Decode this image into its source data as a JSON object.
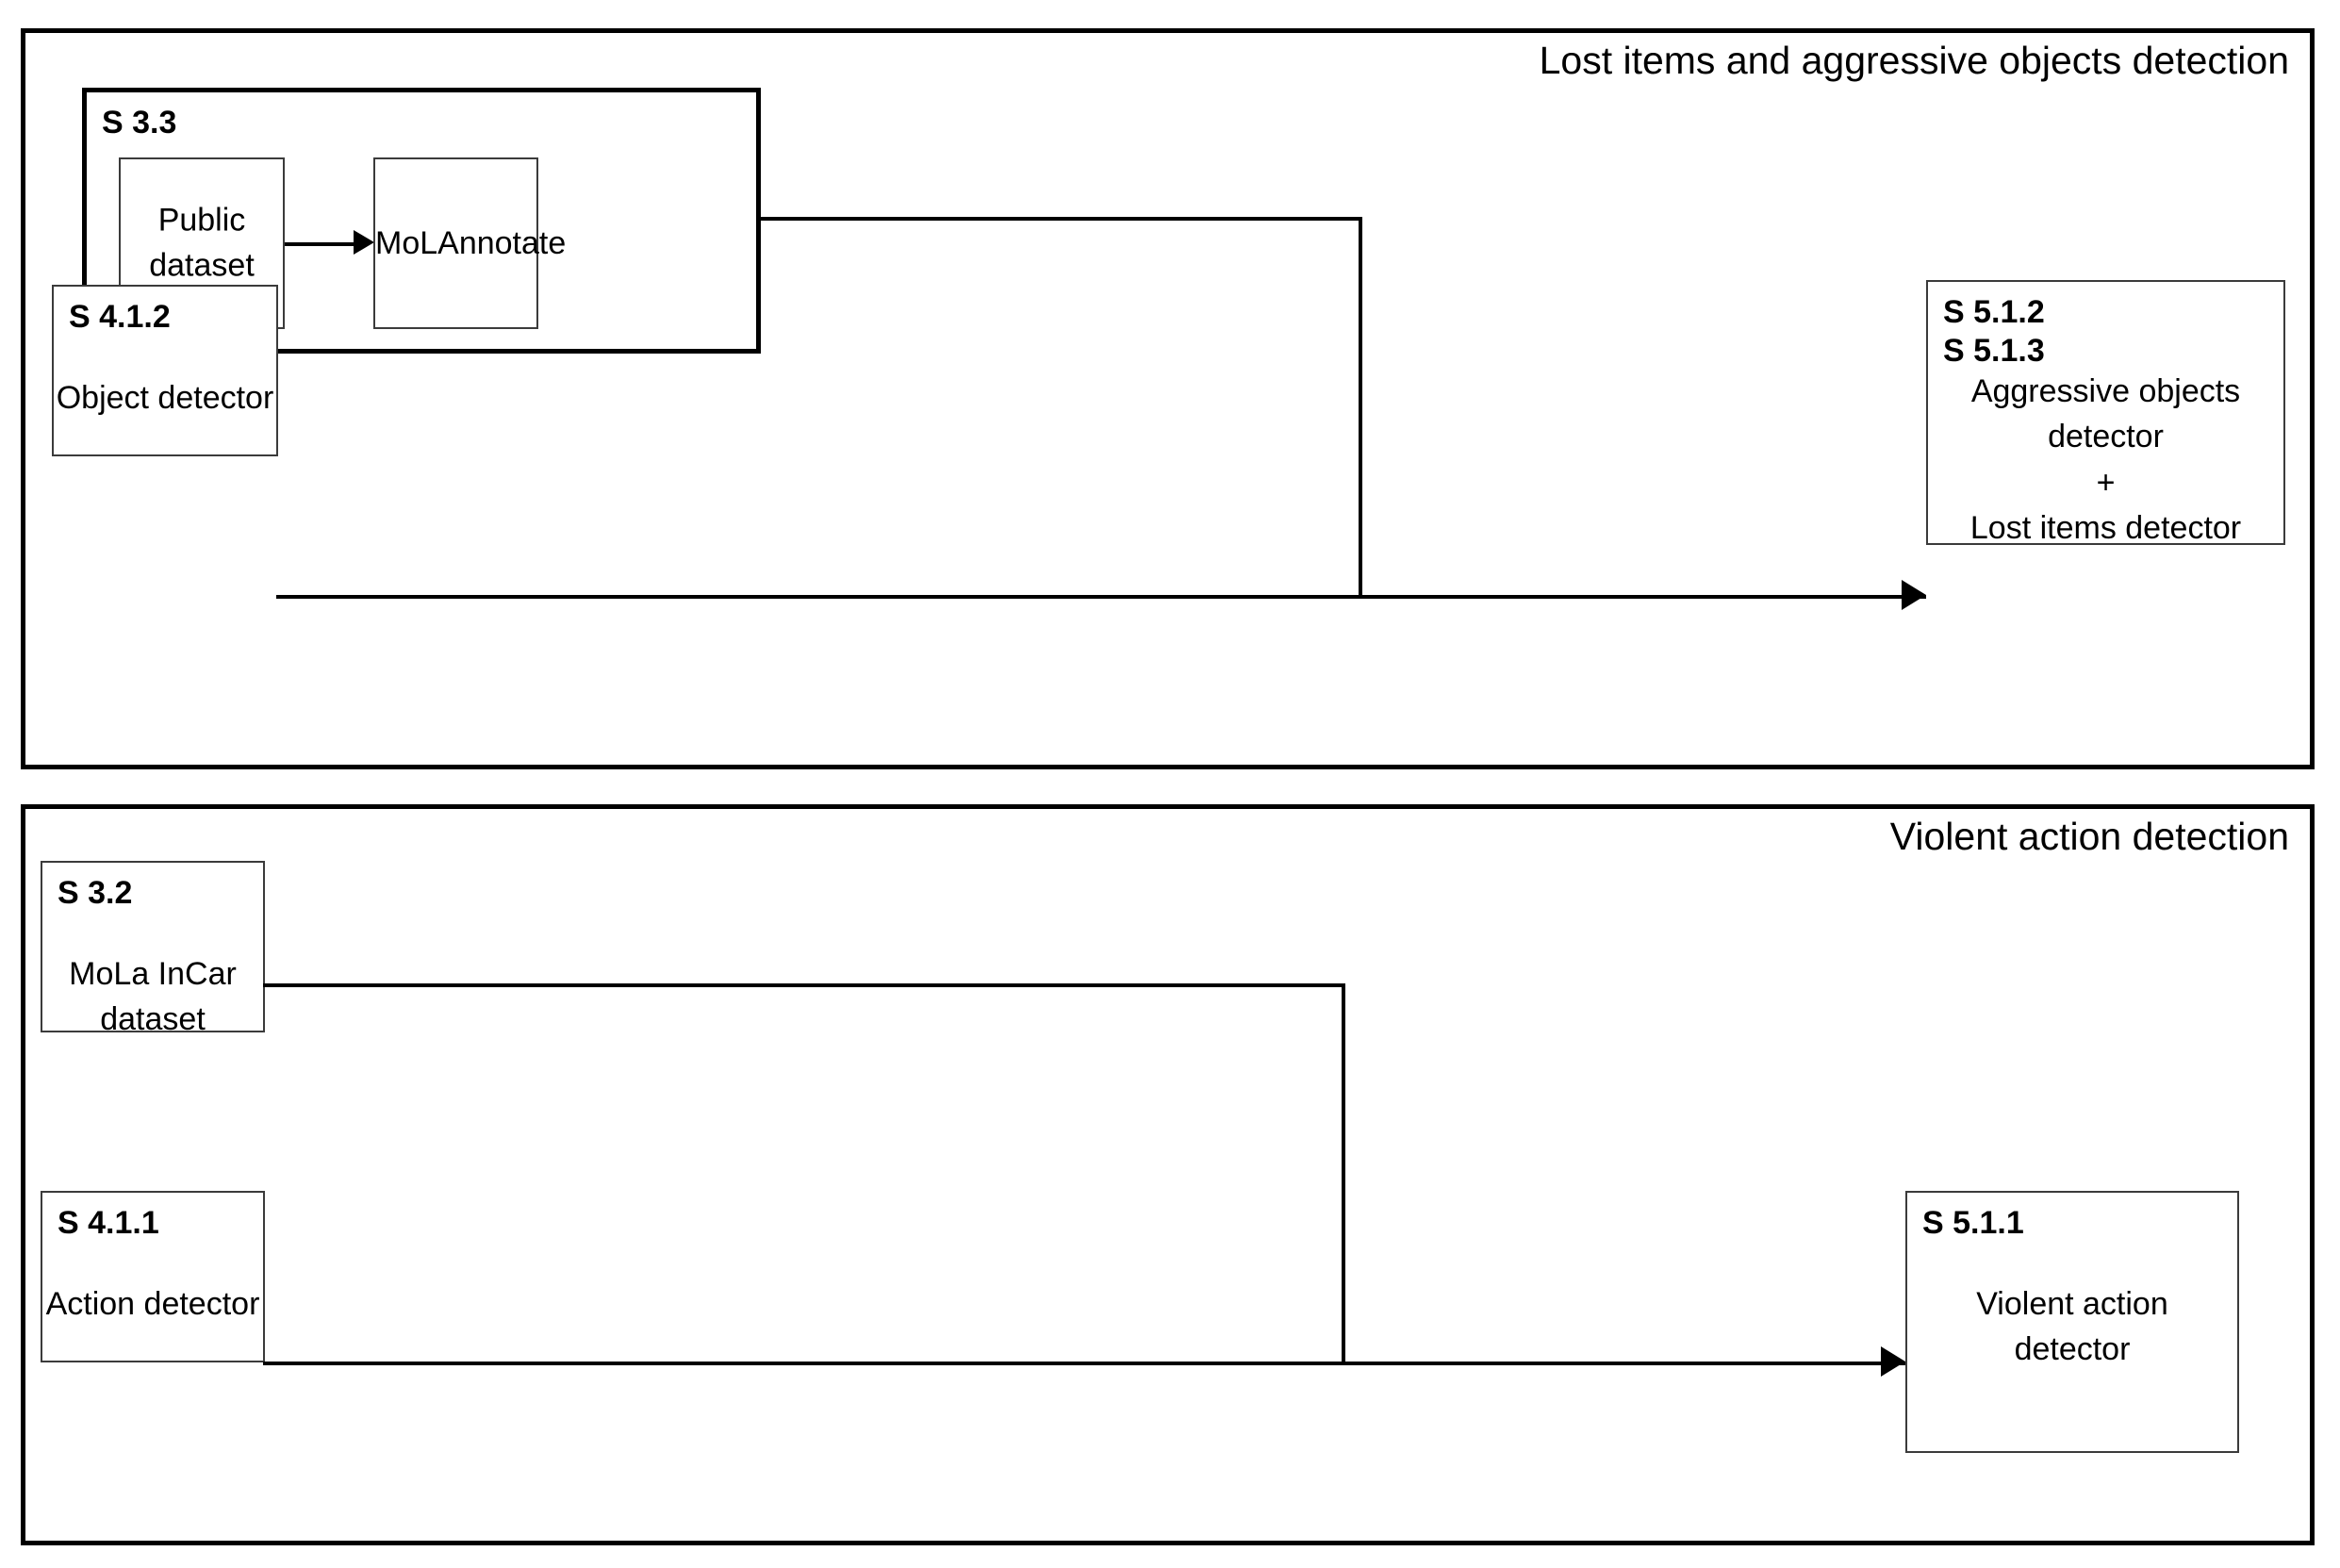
{
  "panels": [
    {
      "id": "lost-items",
      "title": "Lost items and aggressive objects detection",
      "group": {
        "tag": "S 3.3",
        "boxes": [
          {
            "label_line1": "Public",
            "label_line2": "dataset"
          },
          {
            "label_line1": "MoLAnnotate",
            "label_line2": ""
          }
        ],
        "arrow": "public-dataset-to-molannotate"
      },
      "boxes": [
        {
          "tag": "S 4.1.2",
          "tag2": "",
          "lines": [
            "Object detector"
          ]
        },
        {
          "tag": "S 5.1.2",
          "tag2": "S 5.1.3",
          "lines": [
            "Aggressive objects",
            "detector",
            "+",
            "Lost items detector"
          ]
        }
      ]
    },
    {
      "id": "violent-action",
      "title": "Violent action detection",
      "boxes": [
        {
          "tag": "S 3.2",
          "tag2": "",
          "lines": [
            "MoLa InCar dataset"
          ]
        },
        {
          "tag": "S 4.1.1",
          "tag2": "",
          "lines": [
            "Action detector"
          ]
        },
        {
          "tag": "S 5.1.1",
          "tag2": "",
          "lines": [
            "Violent action",
            "detector"
          ]
        }
      ]
    }
  ],
  "colors": {
    "stroke": "#000000",
    "box_border": "#3b3b3b",
    "background": "#ffffff",
    "text": "#000000"
  }
}
